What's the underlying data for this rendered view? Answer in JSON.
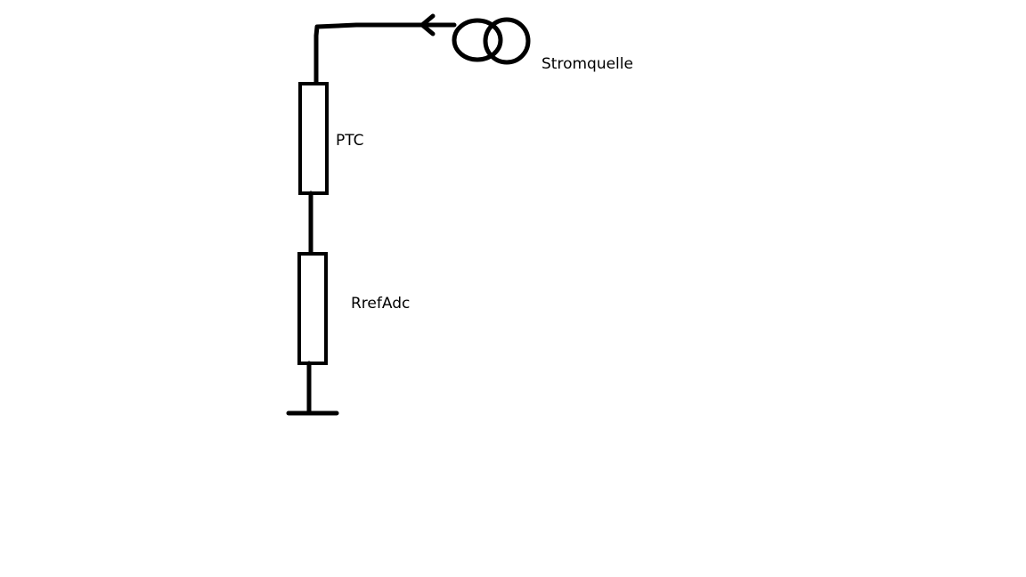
{
  "diagram": {
    "source": {
      "label": "Stromquelle"
    },
    "ptc": {
      "label": "PTC"
    },
    "ref_resistor": {
      "label": "RrefAdc"
    },
    "ground": {},
    "stroke_color": "#000000",
    "background_color": "#ffffff"
  }
}
